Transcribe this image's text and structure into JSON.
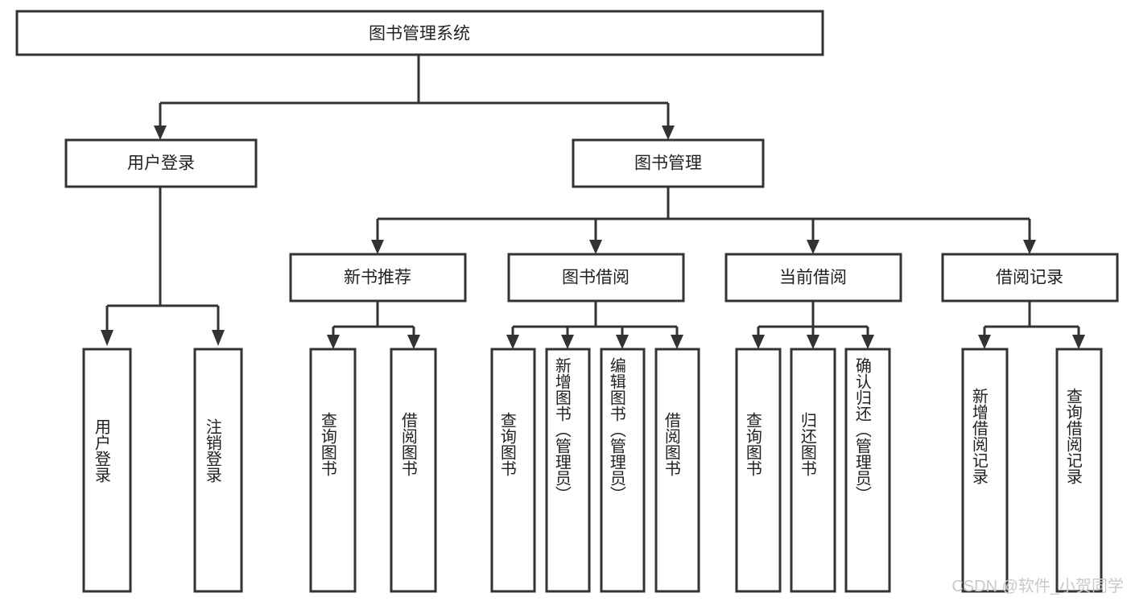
{
  "diagram": {
    "title": "图书管理系统",
    "watermark": "CSDN @软件_小贺同学",
    "colors": {
      "stroke": "#333333",
      "fill": "#ffffff",
      "text": "#222222",
      "watermark": "#c9c9c9"
    },
    "root": {
      "label": "图书管理系统"
    },
    "level2": [
      {
        "label": "用户登录"
      },
      {
        "label": "图书管理"
      }
    ],
    "level3": [
      {
        "label": "新书推荐"
      },
      {
        "label": "图书借阅"
      },
      {
        "label": "当前借阅"
      },
      {
        "label": "借阅记录"
      }
    ],
    "leaves": {
      "user_login": [
        {
          "label": "用户登录"
        },
        {
          "label": "注销登录"
        }
      ],
      "new_book": [
        {
          "label": "查询图书"
        },
        {
          "label": "借阅图书"
        }
      ],
      "borrow_book": [
        {
          "label": "查询图书"
        },
        {
          "label": "新增图书（管理员）"
        },
        {
          "label": "编辑图书（管理员）"
        },
        {
          "label": "借阅图书"
        }
      ],
      "current_borrow": [
        {
          "label": "查询图书"
        },
        {
          "label": "归还图书"
        },
        {
          "label": "确认归还（管理员）"
        }
      ],
      "borrow_record": [
        {
          "label": "新增借阅记录"
        },
        {
          "label": "查询借阅记录"
        }
      ]
    }
  }
}
